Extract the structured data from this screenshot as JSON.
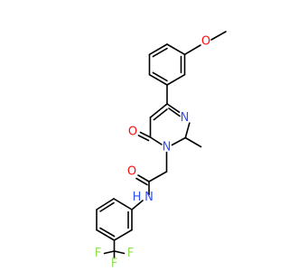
{
  "colors": {
    "bond": "#000000",
    "oxygen": "#ff0d0d",
    "nitrogen": "#3050f8",
    "fluorine": "#90e050",
    "background": "#ffffff"
  },
  "atom_labels": {
    "o_methoxy": "O",
    "n_ring_top": "N",
    "o_carbonyl_ring": "O",
    "n_ring_bottom": "N",
    "o_amide": "O",
    "n_amide": "N",
    "h_amide": "H",
    "f_left": "F",
    "f_bottom": "F",
    "f_right": "F"
  }
}
